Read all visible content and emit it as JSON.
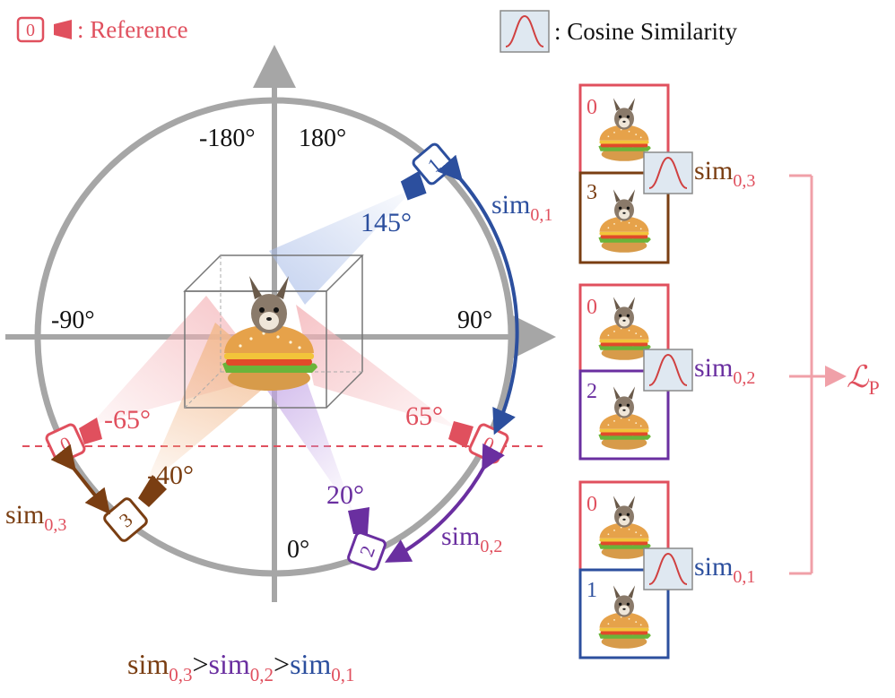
{
  "legend": {
    "reference_text": ": Reference",
    "reference_cam_number": "0",
    "cosine_text": ": Cosine Similarity"
  },
  "axes": {
    "neg180": "-180°",
    "pos180": "180°",
    "neg90": "-90°",
    "pos90": "90°",
    "zero": "0°"
  },
  "cameras": [
    {
      "id": "0",
      "angle_label": "-65°",
      "color": "#e0505e"
    },
    {
      "id": "0",
      "angle_label": "65°",
      "color": "#e0505e"
    },
    {
      "id": "1",
      "angle_label": "145°",
      "color": "#2c4f9e"
    },
    {
      "id": "2",
      "angle_label": "20°",
      "color": "#6a2fa0"
    },
    {
      "id": "3",
      "angle_label": "-40°",
      "color": "#7a3e12"
    }
  ],
  "sims": {
    "sim03": {
      "base": "sim",
      "sub": "0,3",
      "color": "#7a3e12"
    },
    "sim02": {
      "base": "sim",
      "sub": "0,2",
      "color": "#6a2fa0"
    },
    "sim01": {
      "base": "sim",
      "sub": "0,1",
      "color": "#2c4f9e"
    }
  },
  "panels": [
    {
      "top_label": "0",
      "bottom_label": "3",
      "bottom_color": "#7a3e12",
      "sim": "sim03"
    },
    {
      "top_label": "0",
      "bottom_label": "2",
      "bottom_color": "#6a2fa0",
      "sim": "sim02"
    },
    {
      "top_label": "0",
      "bottom_label": "1",
      "bottom_color": "#2c4f9e",
      "sim": "sim01"
    }
  ],
  "loss": {
    "script_letter": "ℒ",
    "sub": "P",
    "color": "#e0505e"
  },
  "bottom_inequality": {
    "gt": ">"
  },
  "colors": {
    "reference": "#e0505e",
    "pink_line": "#f0a0a8",
    "axis_gray": "#a6a6a6"
  }
}
